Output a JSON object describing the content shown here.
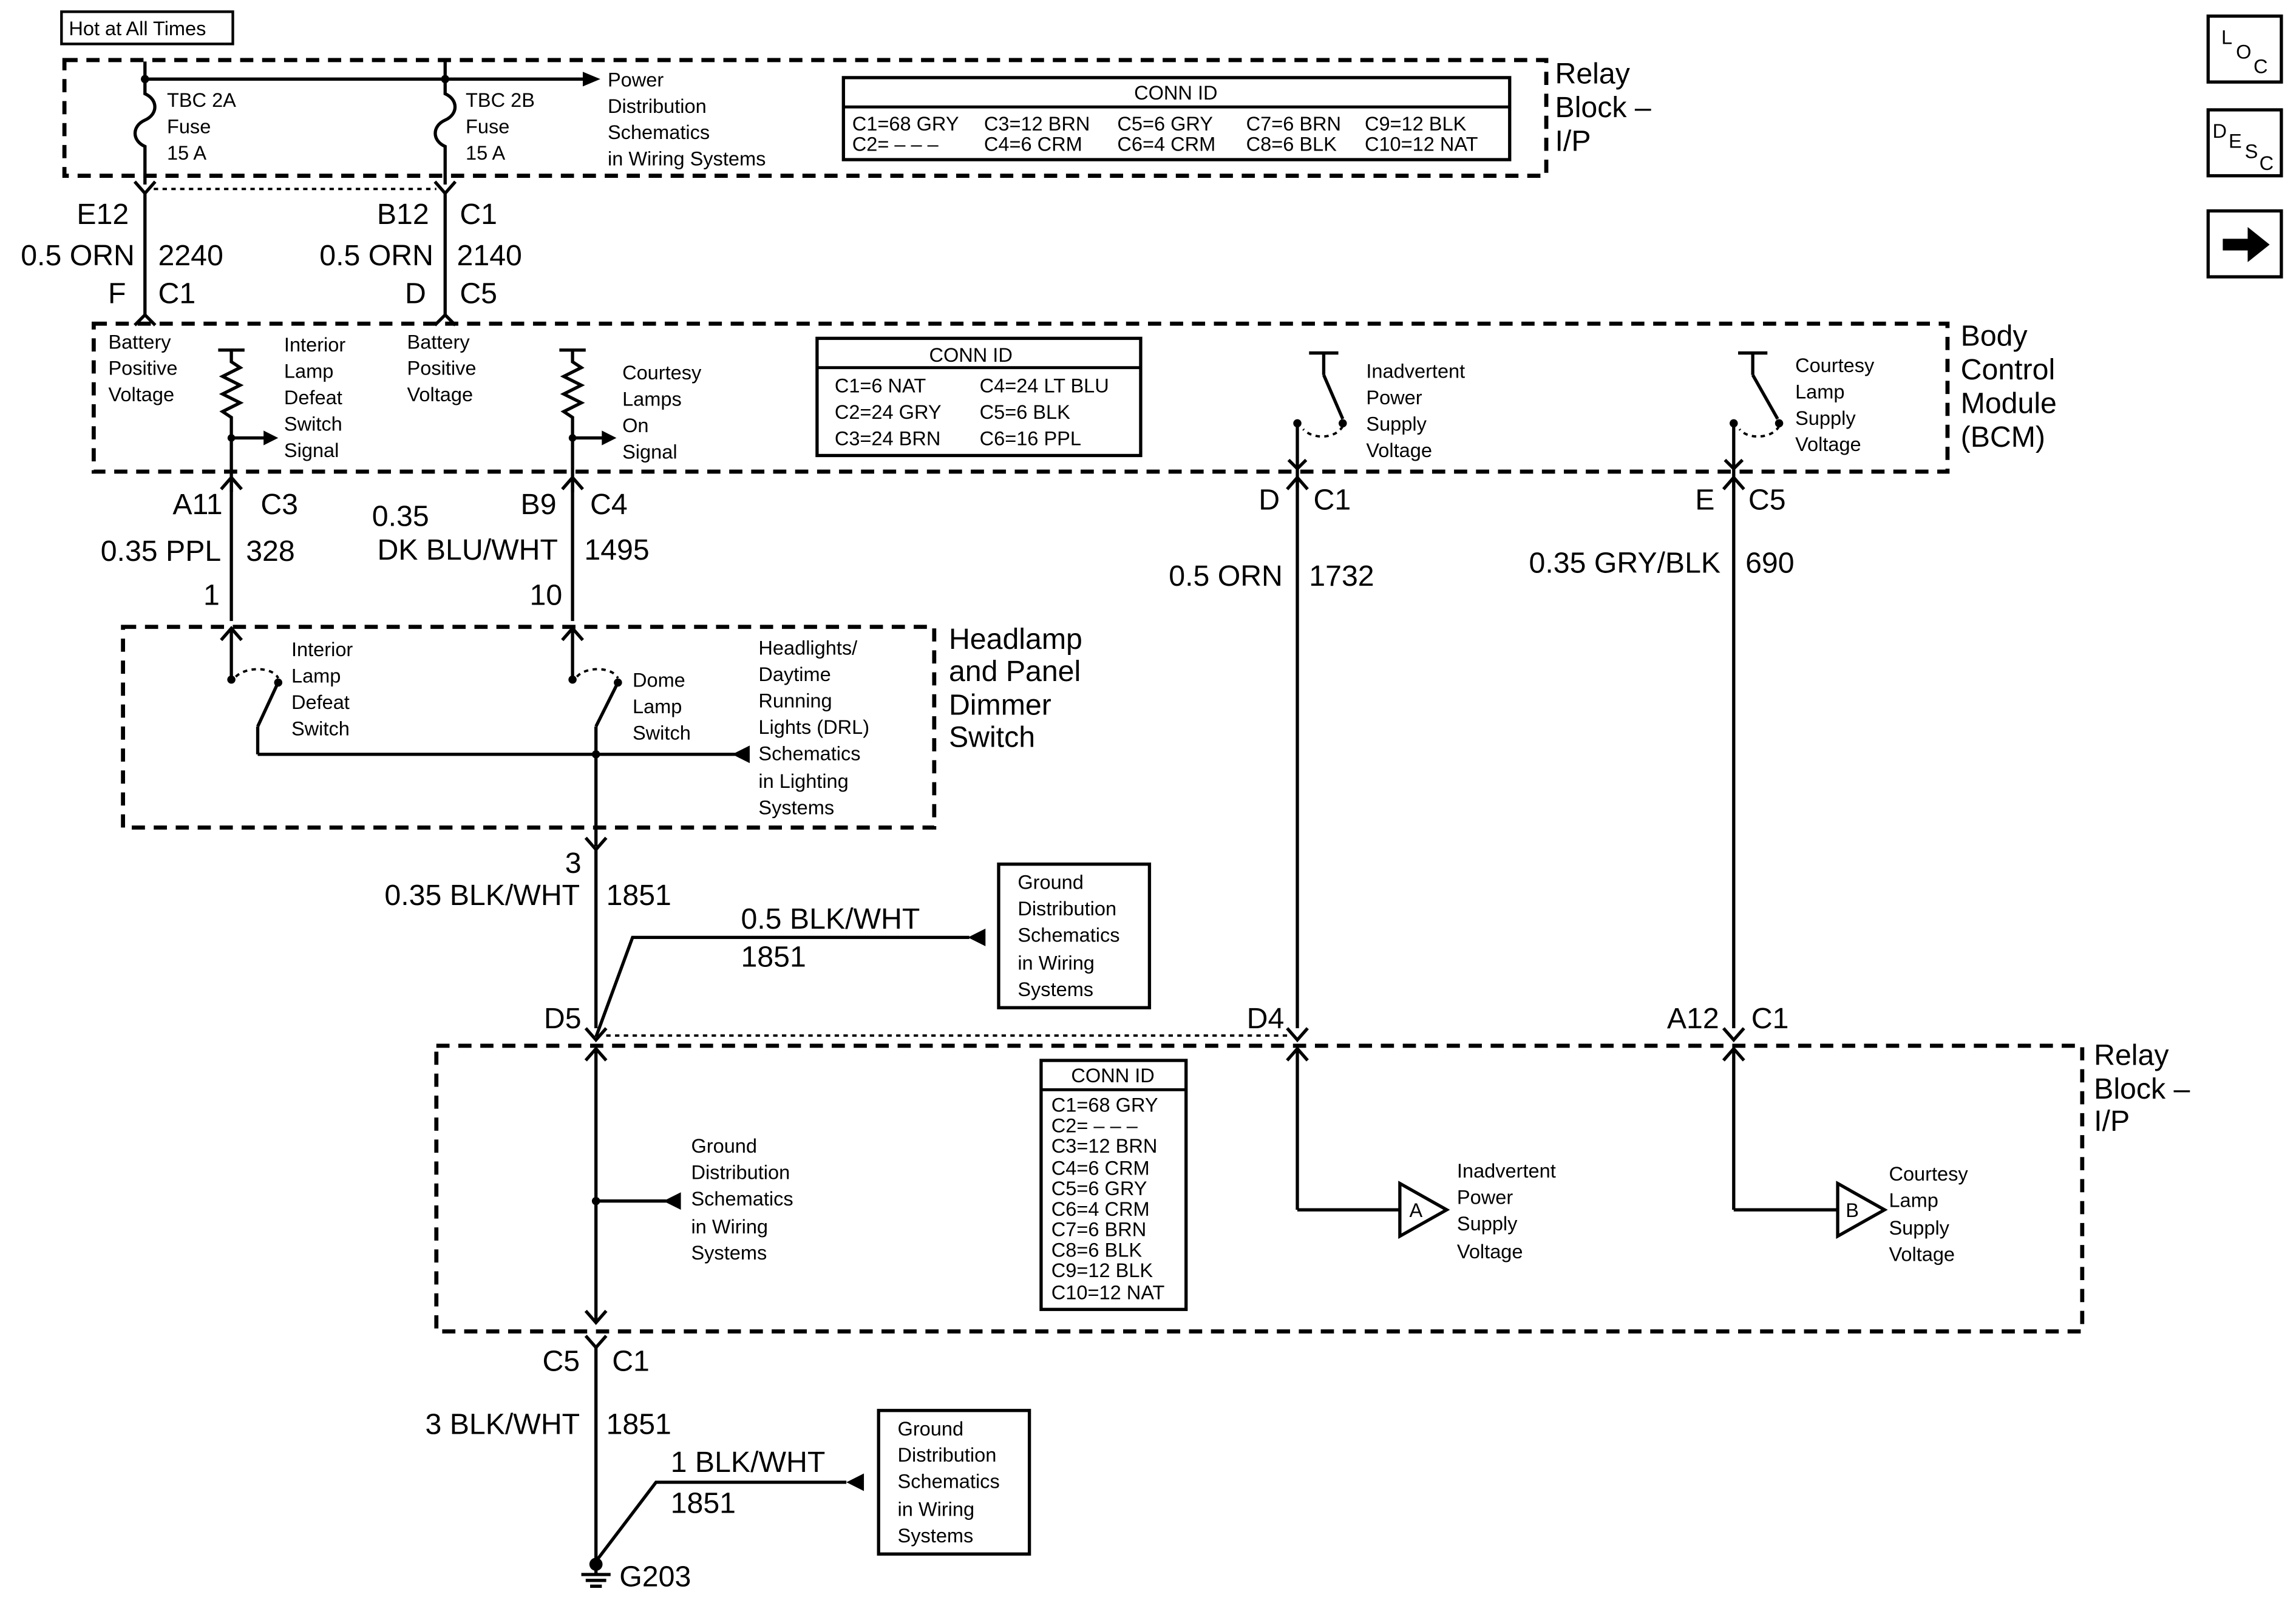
{
  "header": {
    "hot_label": "Hot at All Times"
  },
  "nav": {
    "loc": [
      "L",
      "O",
      "C"
    ],
    "desc": [
      "D",
      "E",
      "S",
      "C"
    ]
  },
  "relay_top": {
    "title": [
      "Relay",
      "Block –",
      "I/P"
    ],
    "fuse_a": [
      "TBC 2A",
      "Fuse",
      "15 A"
    ],
    "fuse_b": [
      "TBC 2B",
      "Fuse",
      "15 A"
    ],
    "power_ref": [
      "Power",
      "Distribution",
      "Schematics",
      "in Wiring Systems"
    ],
    "conn": {
      "title": "CONN ID",
      "row1": [
        "C1=68 GRY",
        "C3=12 BRN",
        "C5=6 GRY",
        "C7=6 BRN",
        "C9=12 BLK"
      ],
      "row2": [
        "C2= – – –",
        "C4=6 CRM",
        "C6=4 CRM",
        "C8=6 BLK",
        "C10=12 NAT"
      ]
    }
  },
  "feed_left": {
    "pin": "E12",
    "wire": "0.5 ORN",
    "circuit": "2240",
    "bcm_pin": "F",
    "bcm_conn": "C1"
  },
  "feed_right": {
    "pin": "B12",
    "conn": "C1",
    "wire": "0.5 ORN",
    "circuit": "2140",
    "bcm_pin": "D",
    "bcm_conn": "C5"
  },
  "bcm": {
    "title": [
      "Body",
      "Control",
      "Module",
      "(BCM)"
    ],
    "bpv_left": [
      "Battery",
      "Positive",
      "Voltage"
    ],
    "bpv_right": [
      "Battery",
      "Positive",
      "Voltage"
    ],
    "ild_signal": [
      "Interior",
      "Lamp",
      "Defeat",
      "Switch",
      "Signal"
    ],
    "courtesy_on": [
      "Courtesy",
      "Lamps",
      "On",
      "Signal"
    ],
    "inadvertent": [
      "Inadvertent",
      "Power",
      "Supply",
      "Voltage"
    ],
    "courtesy_supply": [
      "Courtesy",
      "Lamp",
      "Supply",
      "Voltage"
    ],
    "conn": {
      "title": "CONN ID",
      "rows": [
        [
          "C1=6 NAT",
          "C4=24 LT BLU"
        ],
        [
          "C2=24 GRY",
          "C5=6 BLK"
        ],
        [
          "C3=24 BRN",
          "C6=16 PPL"
        ]
      ]
    }
  },
  "wire_a11": {
    "pin": "A11",
    "conn": "C3",
    "wire": "0.35 PPL",
    "circuit": "328",
    "sw_pin": "1"
  },
  "wire_b9": {
    "pin": "B9",
    "conn": "C4",
    "wire_a": "0.35",
    "wire_b": "DK BLU/WHT",
    "circuit": "1495",
    "sw_pin": "10"
  },
  "wire_d": {
    "pin": "D",
    "conn": "C1",
    "wire": "0.5 ORN",
    "circuit": "1732",
    "relay_pin": "D4"
  },
  "wire_e": {
    "pin": "E",
    "conn": "C5",
    "wire": "0.35 GRY/BLK",
    "circuit": "690",
    "relay_pin": "A12",
    "relay_conn": "C1"
  },
  "dimmer": {
    "title": [
      "Headlamp",
      "and Panel",
      "Dimmer",
      "Switch"
    ],
    "ild_switch": [
      "Interior",
      "Lamp",
      "Defeat",
      "Switch"
    ],
    "dome_switch": [
      "Dome",
      "Lamp",
      "Switch"
    ],
    "drl_ref": [
      "Headlights/",
      "Daytime",
      "Running",
      "Lights (DRL)",
      "Schematics",
      "in Lighting",
      "Systems"
    ]
  },
  "wire_ground": {
    "sw_pin": "3",
    "wire": "0.35 BLK/WHT",
    "circuit": "1851",
    "branch_wire": "0.5 BLK/WHT",
    "branch_circuit": "1851",
    "relay_pin": "D5"
  },
  "ground_ref_top": [
    "Ground",
    "Distribution",
    "Schematics",
    "in Wiring",
    "Systems"
  ],
  "relay_bottom": {
    "title": [
      "Relay",
      "Block –",
      "I/P"
    ],
    "ground_ref": [
      "Ground",
      "Distribution",
      "Schematics",
      "in Wiring",
      "Systems"
    ],
    "inadvertent": [
      "Inadvertent",
      "Power",
      "Supply",
      "Voltage"
    ],
    "courtesy": [
      "Courtesy",
      "Lamp",
      "Supply",
      "Voltage"
    ],
    "marker_a": "A",
    "marker_b": "B",
    "conn": {
      "title": "CONN ID",
      "rows": [
        "C1=68 GRY",
        "C2= – – –",
        "C3=12 BRN",
        "C4=6 CRM",
        "C5=6 GRY",
        "C6=4 CRM",
        "C7=6 BRN",
        "C8=6 BLK",
        "C9=12 BLK",
        "C10=12 NAT"
      ]
    }
  },
  "wire_bottom": {
    "pin": "C5",
    "conn": "C1",
    "wire": "3 BLK/WHT",
    "circuit": "1851",
    "branch_wire": "1 BLK/WHT",
    "branch_circuit": "1851",
    "ground": "G203"
  },
  "ground_ref_bottom": [
    "Ground",
    "Distribution",
    "Schematics",
    "in Wiring",
    "Systems"
  ]
}
